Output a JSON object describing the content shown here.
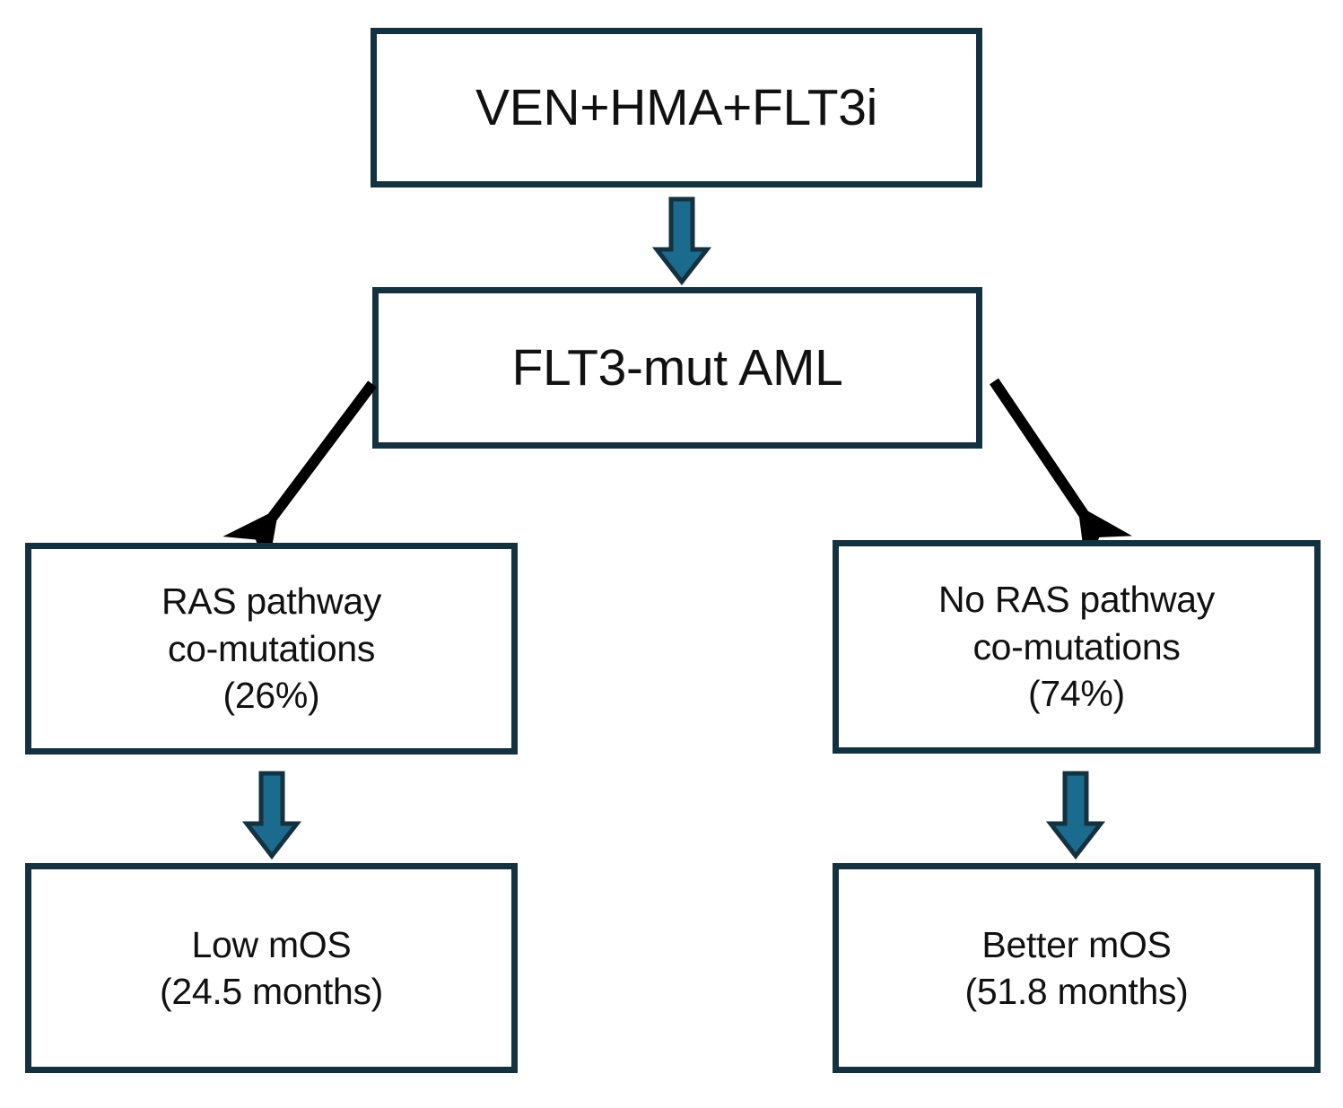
{
  "diagram": {
    "title": "FLT3-mut AML RAS co-mutation outcome flowchart",
    "colors": {
      "box_border": "#14313f",
      "box_fill": "#ffffff",
      "block_arrow_fill": "#1b6b8e",
      "block_arrow_stroke": "#14313f",
      "line_arrow": "#000000",
      "text": "#111111",
      "background": "#ffffff"
    },
    "nodes": {
      "top": {
        "id": "ven-hma-flt3i",
        "label": "VEN+HMA+FLT3i"
      },
      "flt3": {
        "id": "flt3-mut-aml",
        "label": "FLT3-mut AML"
      },
      "ras": {
        "id": "ras-pathway-co-mutations",
        "label": "RAS pathway\nco-mutations\n(26%)",
        "line1": "RAS pathway",
        "line2": "co-mutations",
        "percent": "(26%)"
      },
      "no_ras": {
        "id": "no-ras-pathway-co-mutations",
        "label": "No RAS pathway\nco-mutations\n(74%)",
        "line1": "No RAS pathway",
        "line2": "co-mutations",
        "percent": "(74%)"
      },
      "low_mos": {
        "id": "low-mos",
        "label": "Low mOS\n(24.5 months)",
        "line1": "Low mOS",
        "value": "(24.5 months)"
      },
      "better_mos": {
        "id": "better-mos",
        "label": "Better mOS\n(51.8 months)",
        "line1": "Better mOS",
        "value": "(51.8 months)"
      }
    },
    "connectors": [
      {
        "id": "arrow-top-to-flt3",
        "kind": "block-arrow",
        "direction": "down",
        "from": "ven-hma-flt3i",
        "to": "flt3-mut-aml"
      },
      {
        "id": "arrow-flt3-to-ras",
        "kind": "line-arrow",
        "direction": "down-left",
        "from": "flt3-mut-aml",
        "to": "ras-pathway-co-mutations"
      },
      {
        "id": "arrow-flt3-to-noras",
        "kind": "line-arrow",
        "direction": "down-right",
        "from": "flt3-mut-aml",
        "to": "no-ras-pathway-co-mutations"
      },
      {
        "id": "arrow-ras-to-lowmos",
        "kind": "block-arrow",
        "direction": "down",
        "from": "ras-pathway-co-mutations",
        "to": "low-mos"
      },
      {
        "id": "arrow-noras-to-bettermos",
        "kind": "block-arrow",
        "direction": "down",
        "from": "no-ras-pathway-co-mutations",
        "to": "better-mos"
      }
    ]
  }
}
